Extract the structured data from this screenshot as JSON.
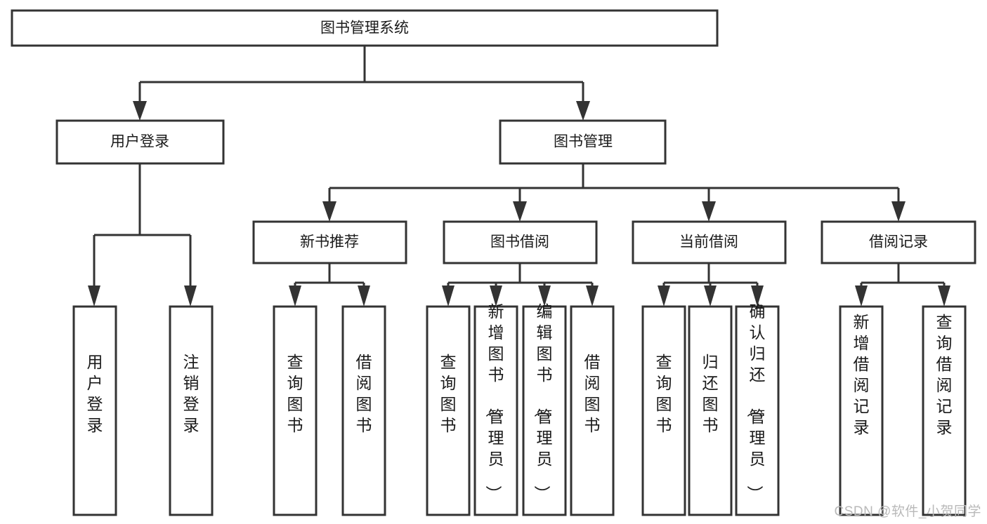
{
  "diagram": {
    "title": "图书管理系统",
    "watermark": "CSDN @软件_小贺同学",
    "type": "tree-hierarchy-flowchart",
    "colors": {
      "stroke": "#333333",
      "fill": "#ffffff",
      "text": "#1a1a1a",
      "watermark": "#b9b9b9"
    },
    "root": {
      "label": "图书管理系统"
    },
    "level1": [
      {
        "label": "用户登录"
      },
      {
        "label": "图书管理"
      }
    ],
    "level2": [
      {
        "label": "新书推荐"
      },
      {
        "label": "图书借阅"
      },
      {
        "label": "当前借阅"
      },
      {
        "label": "借阅记录"
      }
    ],
    "leaves": {
      "user_login": [
        {
          "label": "用户登录"
        },
        {
          "label": "注销登录"
        }
      ],
      "new_book": [
        {
          "label": "查询图书"
        },
        {
          "label": "借阅图书"
        }
      ],
      "book_borrow": [
        {
          "label": "查询图书"
        },
        {
          "label": "新增图书（管理员）"
        },
        {
          "label": "编辑图书（管理员）"
        },
        {
          "label": "借阅图书"
        }
      ],
      "current_borrow": [
        {
          "label": "查询图书"
        },
        {
          "label": "归还图书"
        },
        {
          "label": "确认归还（管理员）"
        }
      ],
      "borrow_record": [
        {
          "label": "新增借阅记录"
        },
        {
          "label": "查询借阅记录"
        }
      ]
    }
  }
}
